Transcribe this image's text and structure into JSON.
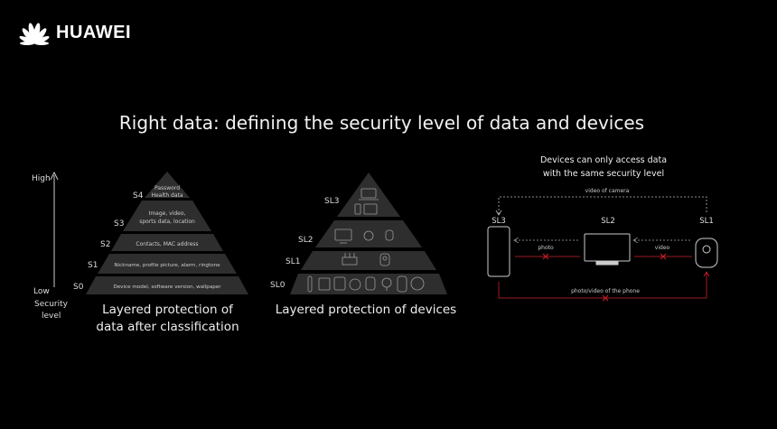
{
  "brand": {
    "name": "HUAWEI"
  },
  "title": "Right data: defining the security level of data and devices",
  "data_pyramid": {
    "axis_high": "High",
    "axis_low": "Low",
    "axis_label_line1": "Security",
    "axis_label_line2": "level",
    "levels": [
      {
        "label": "S4",
        "text_line1": "Password",
        "text_line2": "Health data"
      },
      {
        "label": "S3",
        "text_line1": "Image, video,",
        "text_line2": "sports data, location"
      },
      {
        "label": "S2",
        "text_line1": "Contacts, MAC address"
      },
      {
        "label": "S1",
        "text_line1": "Nickname, profile picture, alarm, ringtone"
      },
      {
        "label": "S0",
        "text_line1": "Device model, software version, wallpaper"
      }
    ],
    "caption_line1": "Layered protection of",
    "caption_line2": "data after classification"
  },
  "device_pyramid": {
    "levels": [
      "SL3",
      "SL2",
      "SL1",
      "SL0"
    ],
    "caption": "Layered protection of devices"
  },
  "access_diagram": {
    "heading_line1": "Devices can only access data",
    "heading_line2": "with the same security level",
    "top_link": "video of camera",
    "bottom_link": "photo/video of the phone",
    "devices": [
      {
        "level": "SL3",
        "icon": "phone-icon"
      },
      {
        "level": "SL2",
        "icon": "tv-icon"
      },
      {
        "level": "SL1",
        "icon": "camera-icon"
      }
    ],
    "link_photo": "photo",
    "link_video": "video"
  },
  "colors": {
    "background": "#000000",
    "pyramid": "#2e2e2e",
    "blocked": "#d0202a"
  }
}
